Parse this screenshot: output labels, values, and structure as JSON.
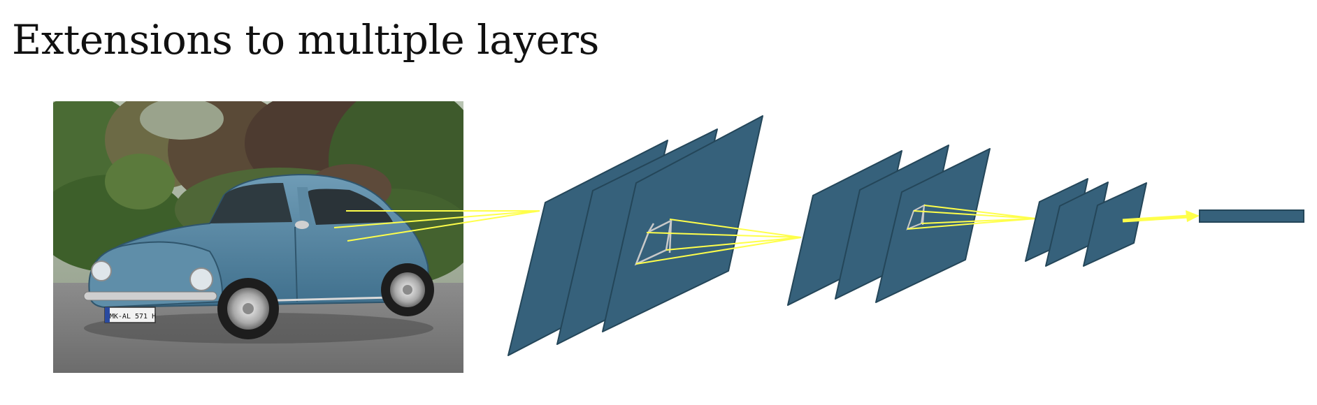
{
  "title": "Extensions to multiple layers",
  "photo": {
    "subject": "car-photo",
    "plate_text": "MK-AL 571 H"
  },
  "colors": {
    "layer_fill": "#36617b",
    "layer_stroke": "#244659",
    "connector": "#ffff4a",
    "window_outline": "#c9c9c9",
    "output_fill": "#36617b"
  },
  "diagram": {
    "stages": [
      {
        "name": "layer-group-1",
        "maps": 3
      },
      {
        "name": "layer-group-2",
        "maps": 3
      },
      {
        "name": "layer-group-3",
        "maps": 3
      },
      {
        "name": "output-vector",
        "maps": 1
      }
    ]
  }
}
